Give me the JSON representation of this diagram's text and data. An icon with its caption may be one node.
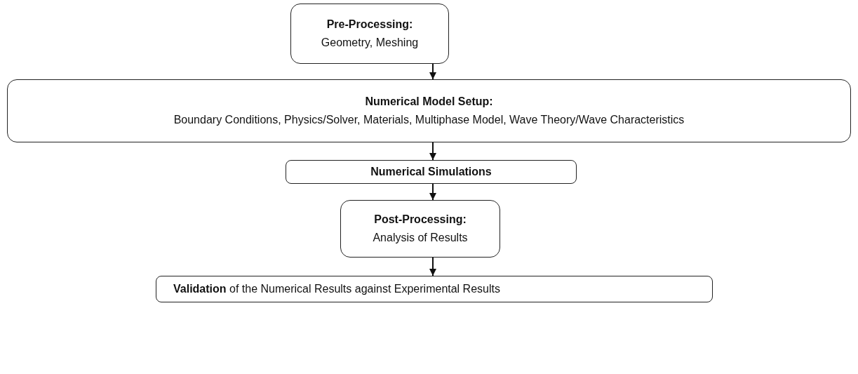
{
  "diagram": {
    "nodes": [
      {
        "text": [
          "Pre-Processing:",
          "Geometry, Meshing"
        ]
      },
      {
        "text": [
          "Numerical Model Setup:",
          "Boundary Conditions, Physics/Solver, Materials, Multiphase Model, Wave Theory/Wave Characteristics"
        ]
      },
      {
        "text": [
          "Numerical Simulations"
        ]
      },
      {
        "text": [
          "Post-Processing:",
          "Analysis of Results"
        ]
      },
      {
        "text": [
          "**Validation** of the Numerical Results against Experimental Results"
        ]
      }
    ],
    "edges": [
      {
        "from": 0,
        "to": 1,
        "arrow": "to"
      },
      {
        "from": 1,
        "to": 2,
        "arrow": "to"
      },
      {
        "from": 2,
        "to": 3,
        "arrow": "to"
      },
      {
        "from": 3,
        "to": 4,
        "arrow": "to"
      }
    ]
  }
}
